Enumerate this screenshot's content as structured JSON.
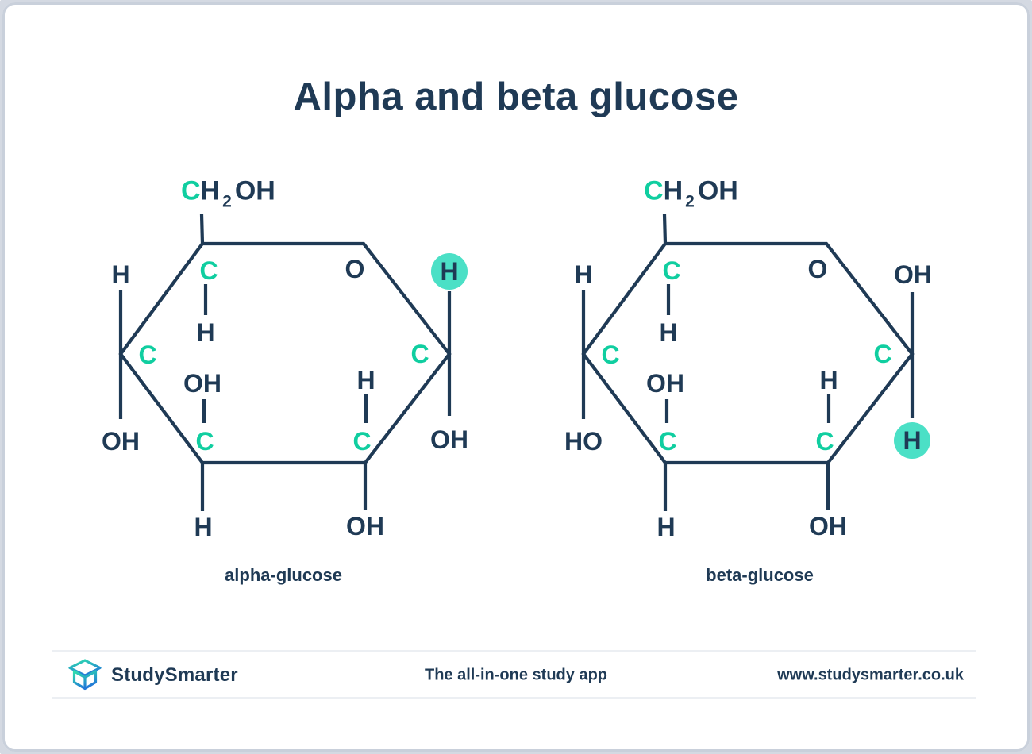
{
  "title": "Alpha and beta glucose",
  "colors": {
    "navy_text": "#1F3A55",
    "teal_letter": "#10CEA0",
    "teal_highlight_circle": "#4BE0C6",
    "frame_border": "#C9D0DB",
    "frame_outside": "#D4D9E2",
    "footer_divider": "#ECEFF3",
    "logo_gradient_start": "#2FDFAD",
    "logo_gradient_end": "#2278D8"
  },
  "molecules": {
    "alpha": {
      "caption": "alpha-glucose",
      "ch2oh": {
        "c": "C",
        "h": "H",
        "sub": "2",
        "oh": "OH"
      },
      "atoms": {
        "left_top": "H",
        "left_bottom": "OH",
        "ring_c5": "C",
        "ring_c4": "C",
        "ring_c3": "C",
        "ring_c2": "C",
        "ring_c1": "C",
        "ring_o": "O",
        "c5_h": "H",
        "inner_oh": "OH",
        "inner_h": "H",
        "bottom_h": "H",
        "bottom_oh": "OH",
        "right_top": "H",
        "right_bottom": "OH"
      }
    },
    "beta": {
      "caption": "beta-glucose",
      "ch2oh": {
        "c": "C",
        "h": "H",
        "sub": "2",
        "oh": "OH"
      },
      "atoms": {
        "left_top": "H",
        "left_bottom": "HO",
        "ring_c5": "C",
        "ring_c4": "C",
        "ring_c3": "C",
        "ring_c2": "C",
        "ring_c1": "C",
        "ring_o": "O",
        "c5_h": "H",
        "inner_oh": "OH",
        "inner_h": "H",
        "bottom_h": "H",
        "bottom_oh": "OH",
        "right_top": "OH",
        "right_bottom": "H"
      }
    }
  },
  "footer": {
    "logo_icon": "open-box-icon",
    "brand": "StudySmarter",
    "tagline": "The all-in-one study app",
    "url": "www.studysmarter.co.uk"
  }
}
